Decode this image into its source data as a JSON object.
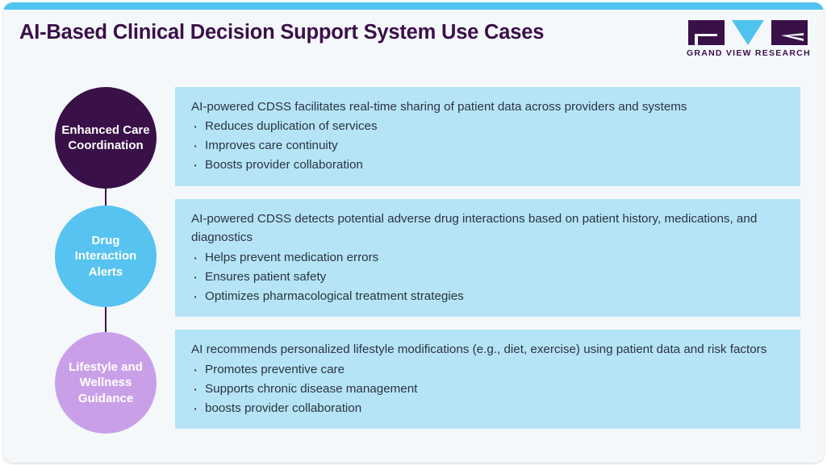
{
  "header": {
    "title": "AI-Based Clinical Decision Support System Use Cases",
    "logo": {
      "wordmark": "GRAND VIEW RESEARCH",
      "mark_g_icon": "gvr-logo-g-block-icon",
      "mark_v_icon": "gvr-logo-v-triangle-icon",
      "mark_r_icon": "gvr-logo-r-block-icon"
    }
  },
  "theme": {
    "accent_bar": "#4FC3F0",
    "card_background": "#F4F8FB",
    "title_color": "#3A1049",
    "panel_background": "#B5E4F6",
    "body_text_color": "#2B3440",
    "connector_color": "#3A1049"
  },
  "use_cases": [
    {
      "circle_label": "Enhanced Care Coordination",
      "circle_color": "#3A1049",
      "circle_text_color": "#FFFFFF",
      "lead": "AI-powered CDSS facilitates real-time sharing of patient data across providers and systems",
      "bullets": [
        "Reduces duplication of services",
        "Improves care continuity",
        "Boosts provider collaboration"
      ]
    },
    {
      "circle_label": "Drug Interaction Alerts",
      "circle_color": "#56C3F0",
      "circle_text_color": "#FFFFFF",
      "lead": "AI-powered CDSS detects potential adverse drug interactions based on patient history, medications, and diagnostics",
      "bullets": [
        "Helps prevent medication errors",
        "Ensures patient safety",
        "Optimizes pharmacological treatment strategies"
      ]
    },
    {
      "circle_label": "Lifestyle and Wellness Guidance",
      "circle_color": "#C9A0E8",
      "circle_text_color": "#FFFFFF",
      "lead": "AI recommends personalized lifestyle modifications (e.g., diet, exercise) using patient data and risk factors",
      "bullets": [
        "Promotes preventive care",
        "Supports chronic disease management",
        "boosts provider collaboration"
      ]
    }
  ]
}
